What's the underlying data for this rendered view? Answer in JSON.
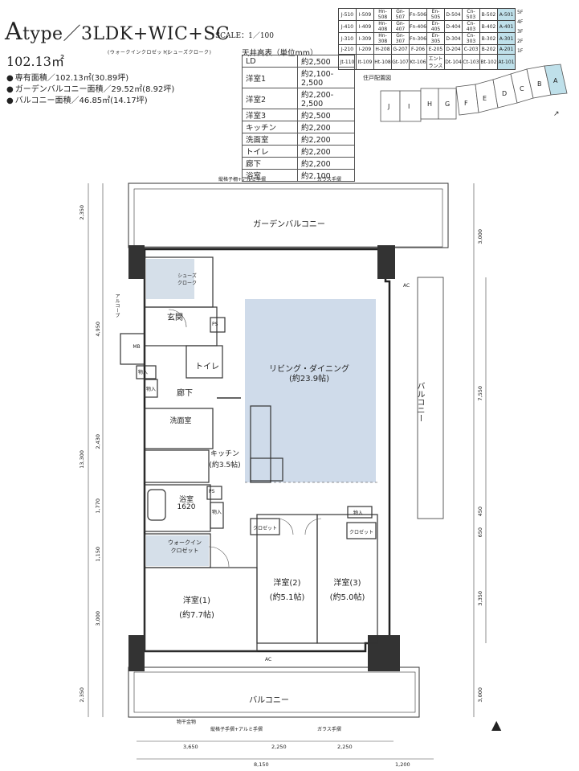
{
  "title": {
    "main": "A",
    "rest": "type／3LDK+WIC+SC",
    "wic_note": "(ウォークインクロゼット)",
    "sc_note": "(シューズクローク)"
  },
  "scale": "SCALE：1／100",
  "area": "102.13㎡",
  "specs": [
    "専有面積／102.13㎡(30.89坪)",
    "ガーデンバルコニー面積／29.52㎡(8.92坪)",
    "バルコニー面積／46.85㎡(14.17坪)"
  ],
  "ceiling_table": {
    "header": "天井高表（単位mm）",
    "rows": [
      [
        "LD",
        "約2,500"
      ],
      [
        "洋室1",
        "約2,100-2,500"
      ],
      [
        "洋室2",
        "約2,200-2,500"
      ],
      [
        "洋室3",
        "約2,500"
      ],
      [
        "キッチン",
        "約2,200"
      ],
      [
        "洗面室",
        "約2,200"
      ],
      [
        "トイレ",
        "約2,200"
      ],
      [
        "廊下",
        "約2,200"
      ],
      [
        "浴室",
        "約2,100"
      ]
    ]
  },
  "unit_table": {
    "rows": [
      [
        "J-510",
        "I-509",
        "Hn-508",
        "Gn-507",
        "Fn-506",
        "En-505",
        "D-504",
        "Cn-503",
        "B-502",
        "A-501"
      ],
      [
        "J-410",
        "I-409",
        "Hn-408",
        "Gn-407",
        "Fn-406",
        "En-405",
        "D-404",
        "Cn-403",
        "B-402",
        "A-401"
      ],
      [
        "J-310",
        "I-309",
        "Hn-308",
        "Gn-307",
        "Fn-306",
        "En-305",
        "D-304",
        "Cn-303",
        "B-302",
        "A-301"
      ],
      [
        "J-210",
        "I-209",
        "H-208",
        "G-207",
        "F-206",
        "E-205",
        "D-204",
        "C-203",
        "B-202",
        "A-201"
      ],
      [
        "Jt-110",
        "It-109",
        "Ht-108",
        "Gt-107",
        "Kt-106",
        "エントランス",
        "Dt-104",
        "Ct-103",
        "Bt-102",
        "At-101"
      ]
    ],
    "floors": [
      "5F",
      "4F",
      "3F",
      "2F",
      "1F"
    ]
  },
  "site_map": {
    "label": "住戸配置図",
    "units": [
      "J",
      "I",
      "H",
      "G",
      "F",
      "E",
      "D",
      "C",
      "B",
      "A"
    ]
  },
  "rooms": {
    "garden_balcony": "ガーデンバルコニー",
    "ld": "リビング・ダイニング",
    "ld_size": "(約23.9帖)",
    "kitchen": "キッチン",
    "kitchen_size": "(約3.5帖)",
    "toilet": "トイレ",
    "hall": "廊下",
    "entrance": "玄関",
    "alcove": "アルコーブ",
    "shoes_cloak": "シューズ\nクローク",
    "washroom": "洗面室",
    "bath": "浴室",
    "bath_size": "1620",
    "wic": "ウォークイン\nクロゼット",
    "room1": "洋室(1)",
    "room1_size": "(約7.7帖)",
    "room2": "洋室(2)",
    "room2_size": "(約5.1帖)",
    "room3": "洋室(3)",
    "room3_size": "(約5.0帖)",
    "closet": "クロゼット",
    "balcony": "バルコニー",
    "balcony_side": "バルコニー",
    "mb": "MB",
    "ps": "PS",
    "storage": "物入",
    "ac": "AC",
    "handrail_top": "縦格子柵+アルミ手摺",
    "glass_top": "ガラス手摺",
    "handrail_bottom": "縦格子手摺+アルミ手摺",
    "glass_bottom": "ガラス手摺",
    "dryer": "物干金物"
  },
  "dims": {
    "left": [
      "2,350",
      "4,950",
      "2,430",
      "13,300",
      "1,770",
      "1,150",
      "3,000",
      "2,350"
    ],
    "right": [
      "3,000",
      "7,550",
      "450",
      "650",
      "3,350",
      "3,000"
    ],
    "bottom_row1": [
      "3,650",
      "2,250",
      "2,250"
    ],
    "bottom_row2": [
      "8,150",
      "1,200"
    ]
  },
  "colors": {
    "ld_floor": "#cfdbea",
    "highlight": "#bfe0ea",
    "wet": "#b9cadb"
  }
}
